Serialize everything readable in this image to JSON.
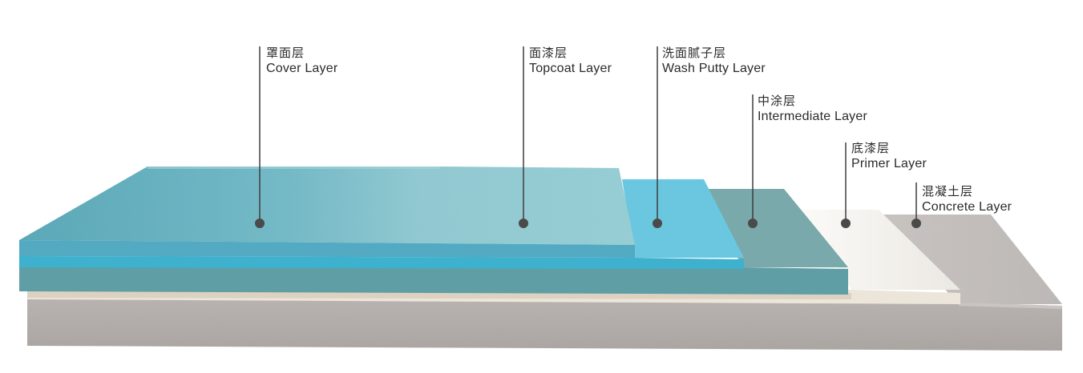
{
  "layers": [
    {
      "key": "cover",
      "zh": "罩面层",
      "en": "Cover Layer"
    },
    {
      "key": "topcoat",
      "zh": "面漆层",
      "en": "Topcoat Layer"
    },
    {
      "key": "wash_putty",
      "zh": "洗面腻子层",
      "en": "Wash Putty Layer"
    },
    {
      "key": "intermediate",
      "zh": "中涂层",
      "en": "Intermediate Layer"
    },
    {
      "key": "primer",
      "zh": "底漆层",
      "en": "Primer Layer"
    },
    {
      "key": "concrete",
      "zh": "混凝土层",
      "en": "Concrete Layer"
    }
  ],
  "colors": {
    "concrete": "#b9b4b1",
    "primer": "#f3f1ec",
    "intermediate": "#6fa7a9",
    "wash_putty": "#63c4dd",
    "topcoat": "#5eaebd",
    "cover": "#6cb8c5",
    "leader": "#3e3e3e",
    "marker": "#4a4a4a"
  }
}
